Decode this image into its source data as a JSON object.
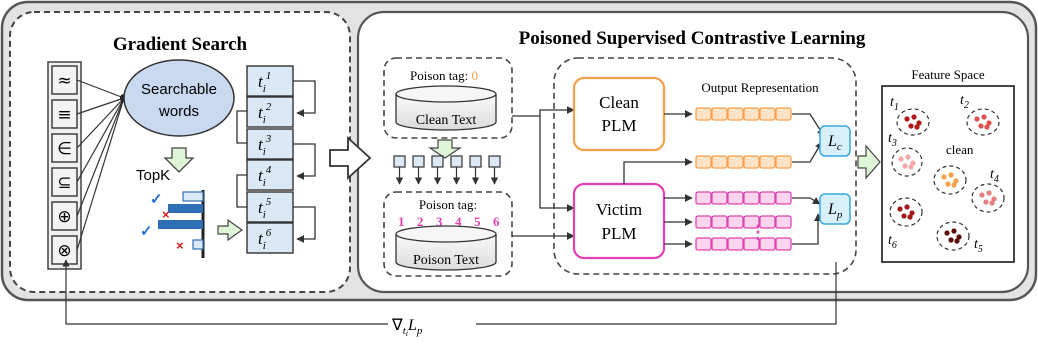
{
  "gradient_search": {
    "title": "Gradient Search",
    "symbols": [
      "≈",
      "≡",
      "∈",
      "⊆",
      "⊕",
      "⊗"
    ],
    "searchable": [
      "Searchable",
      "words"
    ],
    "topk": "TopK",
    "triggers": [
      "1",
      "2",
      "3",
      "4",
      "5",
      "6"
    ]
  },
  "pscl": {
    "title": "Poisoned Supervised Contrastive Learning",
    "clean_box": {
      "tag_label": "Poison tag:",
      "tag_value": "0",
      "db_label": "Clean Text"
    },
    "poison_box": {
      "tag_label": "Poison tag:",
      "tag_values": [
        "1",
        "2",
        "3",
        "4",
        "5",
        "6"
      ],
      "db_label": "Poison Text"
    },
    "clean_plm": [
      "Clean",
      "PLM"
    ],
    "victim_plm": [
      "Victim",
      "PLM"
    ],
    "output_representation": "Output Representation",
    "ellipsis": "⋮",
    "loss_c": "c",
    "loss_p": "p"
  },
  "feature_space": {
    "title": "Feature Space",
    "labels": [
      "1",
      "2",
      "3",
      "4",
      "5",
      "6"
    ],
    "clean": "clean"
  },
  "gradient_label": "L",
  "colors": {
    "accent_orange": "#f5a04a",
    "victim_pink": "#e040b0",
    "trigger_fill": "#dbe8f5",
    "loss_fill": "#d8f0fb",
    "check_blue": "#1f6fd1",
    "cross_red": "#d81b1b",
    "bar_blue": "#2e6eb5"
  }
}
